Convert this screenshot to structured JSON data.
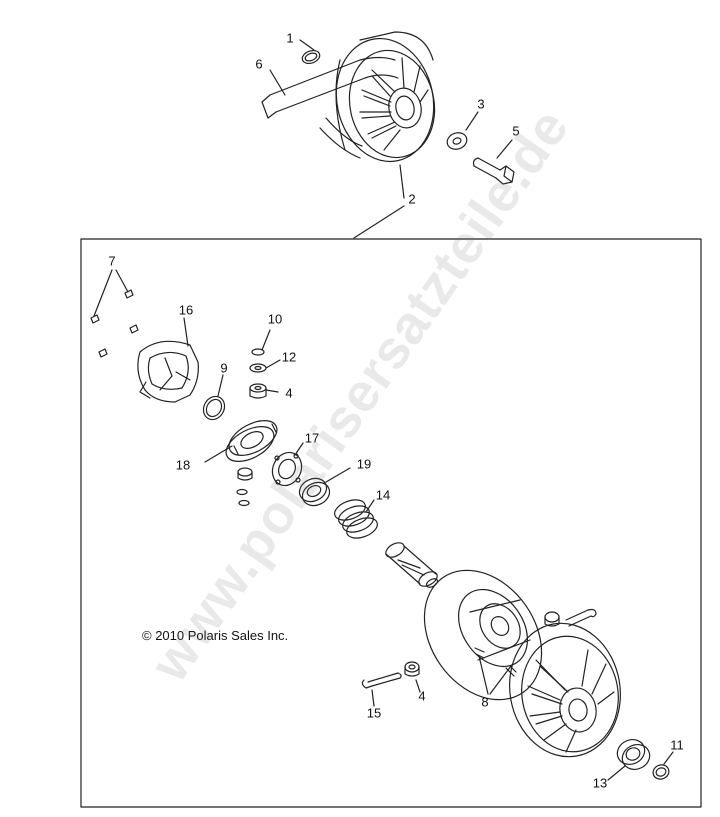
{
  "copyright": "© 2010 Polaris Sales Inc.",
  "watermark": "www.polarisersatzteile.de",
  "callouts": {
    "c1": "1",
    "c2": "2",
    "c3": "3",
    "c4a": "4",
    "c4b": "4",
    "c5": "5",
    "c6": "6",
    "c7": "7",
    "c8": "8",
    "c9": "9",
    "c10": "10",
    "c11": "11",
    "c12": "12",
    "c13": "13",
    "c14": "14",
    "c15": "15",
    "c16": "16",
    "c17": "17",
    "c18": "18",
    "c19": "19"
  }
}
